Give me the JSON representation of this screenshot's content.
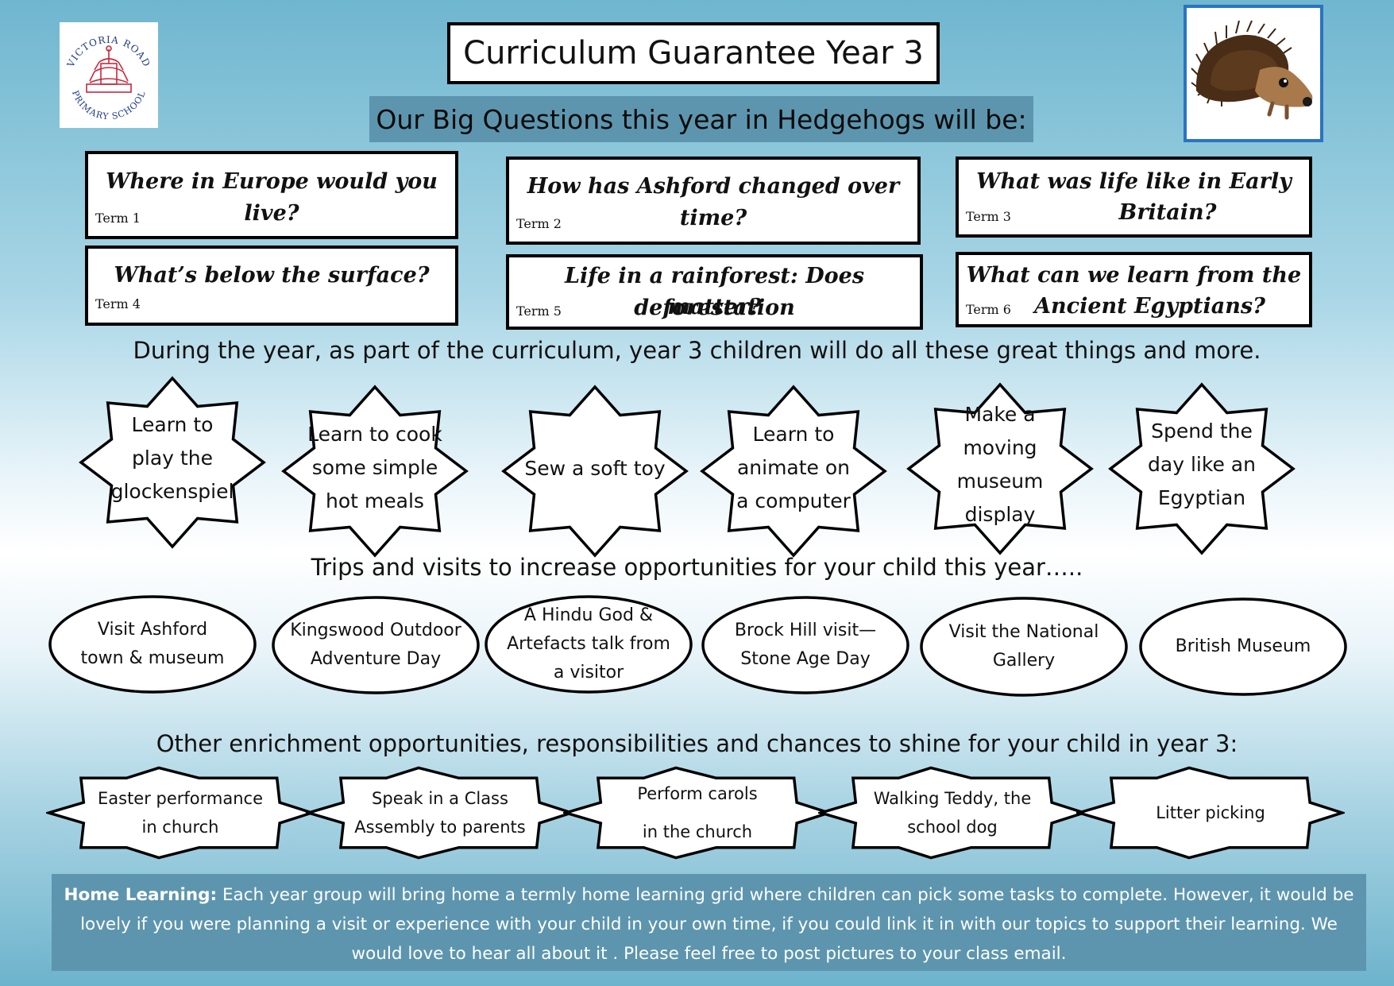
{
  "logo": {
    "text_top": "VICTORIA ROAD",
    "text_bottom": "PRIMARY SCHOOL"
  },
  "title": "Curriculum Guarantee Year 3",
  "big_questions_heading": "Our Big Questions this year in Hedgehogs will be:",
  "questions": [
    {
      "text": "Where in Europe would you live?",
      "term": "Term 1"
    },
    {
      "text": "How has Ashford changed over time?",
      "term": "Term 2"
    },
    {
      "line1": "What was life like in Early",
      "line2": "Britain?",
      "term": "Term 3"
    },
    {
      "text": "What’s below the surface?",
      "term": "Term 4"
    },
    {
      "line1": "Life in a rainforest: Does deforestation",
      "line2": "matter?",
      "term": "Term 5"
    },
    {
      "line1": "What can we learn from the",
      "line2": "Ancient Egyptians?",
      "term": "Term 6"
    }
  ],
  "during_year_heading": "During the year, as part of the curriculum, year 3 children will do all these great things and more.",
  "activities": [
    [
      "Learn to",
      "play the",
      "glockenspiel"
    ],
    [
      "Learn to cook",
      "some simple",
      "hot meals"
    ],
    [
      "Sew a soft toy"
    ],
    [
      "Learn to",
      "animate on",
      "a computer"
    ],
    [
      "Make a",
      "moving",
      "museum",
      "display"
    ],
    [
      "Spend the",
      "day like an",
      "Egyptian"
    ]
  ],
  "trips_heading": "Trips and visits to increase opportunities for your child this year…..",
  "trips": [
    [
      "Visit Ashford",
      "town & museum"
    ],
    [
      "Kingswood Outdoor",
      "Adventure Day"
    ],
    [
      "A Hindu God &",
      "Artefacts talk from",
      "a visitor"
    ],
    [
      "Brock Hill visit—",
      "Stone Age Day"
    ],
    [
      "Visit the National",
      "Gallery"
    ],
    [
      "British Museum"
    ]
  ],
  "enrichment_heading": "Other enrichment opportunities, responsibilities and chances to shine for your child in year 3:",
  "enrichment": [
    [
      "Easter performance",
      "in church"
    ],
    [
      "Speak in a Class",
      "Assembly to parents"
    ],
    [
      "Perform carols",
      "in the church"
    ],
    [
      "Walking Teddy, the",
      "school dog"
    ],
    [
      "Litter picking"
    ]
  ],
  "home_learning": {
    "label": "Home Learning:",
    "text": " Each year group will bring home a termly home learning grid where children can pick some tasks to complete. However, it would be lovely if you were planning a visit or experience with your child in your own time, if you could link it in with our topics to support their learning. We would love to hear all about it . Please feel free to post pictures to your class email."
  },
  "colors": {
    "header_bar": "#5d95ae",
    "logo_red": "#c8283c",
    "logo_blue": "#1e3a8a",
    "hedgehog_frame": "#2a74c2"
  }
}
